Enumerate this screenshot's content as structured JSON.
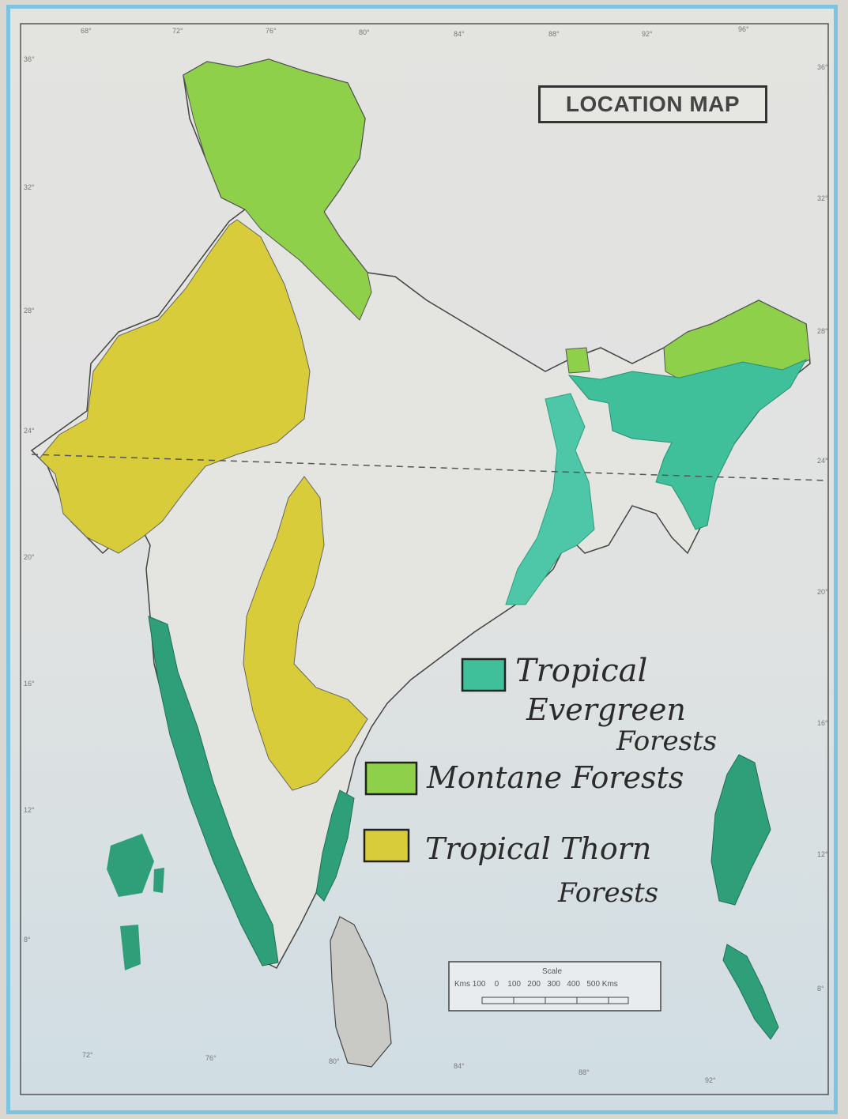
{
  "map": {
    "title": "LOCATION MAP",
    "legend": [
      {
        "id": "tropical-evergreen",
        "label_line1": "Tropical",
        "label_line2": "Evergreen",
        "label_line3": "Forests",
        "color": "#3fbf9a"
      },
      {
        "id": "montane",
        "label_line1": "Montane Forests",
        "color": "#8ed04a"
      },
      {
        "id": "tropical-thorn",
        "label_line1": "Tropical Thorn",
        "label_line2": "Forests",
        "color": "#d9cc3a"
      }
    ],
    "scale": {
      "title": "Scale",
      "text": "Kms 100    0    100   200   300   400   500 Kms"
    },
    "graticule": {
      "top_longitudes": [
        "68°",
        "72°",
        "76°",
        "80°",
        "84°",
        "88°",
        "92°",
        "96°"
      ],
      "bottom_longitudes": [
        "72°",
        "76°",
        "80°",
        "84°",
        "88°",
        "92°"
      ],
      "right_latitudes": [
        "36°",
        "32°",
        "28°",
        "24°",
        "20°",
        "16°",
        "12°",
        "8°"
      ],
      "left_latitudes": [
        "36°",
        "32°",
        "28°",
        "24°",
        "20°",
        "16°",
        "12°",
        "8°"
      ]
    },
    "colors": {
      "montane": "#8ed04a",
      "thorn": "#d9cc3a",
      "evergreen": "#3fbf9a",
      "evergreen_dark": "#2f9f7a",
      "land": "#e4e4e1",
      "sea": "#cfdde3",
      "srilanka": "#c9c9c6",
      "frame": "#7ec3e0"
    }
  }
}
